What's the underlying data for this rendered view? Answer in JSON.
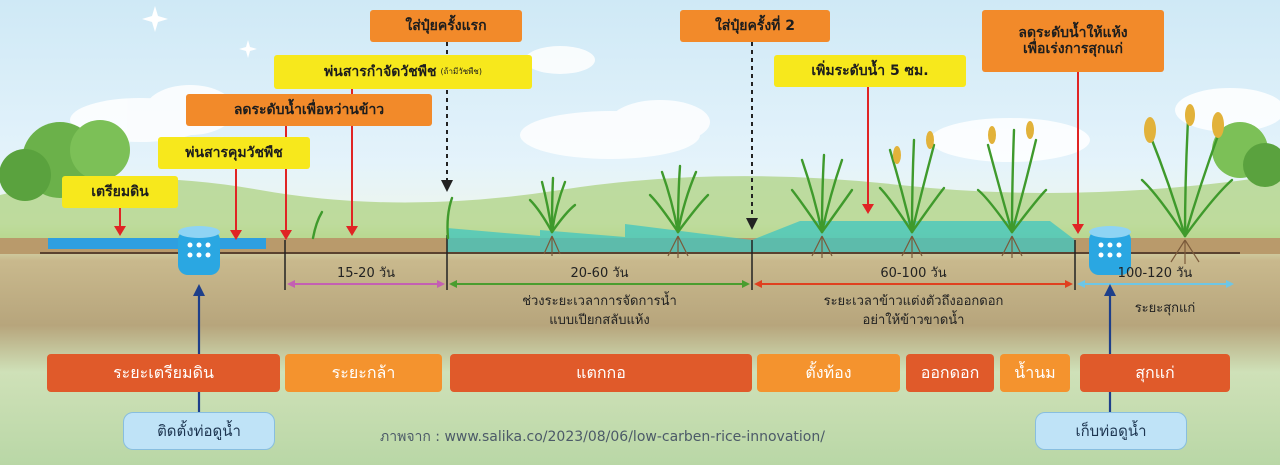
{
  "labels": {
    "prep_soil": "เตรียมดิน",
    "weed_pre": "พ่นสารคุมวัชพืช",
    "lower_water_sow": "ลดระดับน้ำเพื่อหว่านข้าว",
    "weed_kill": "พ่นสารกำจัดวัชพืช",
    "weed_kill_note": "(ถ้ามีวัชพืช)",
    "fert_1": "ใส่ปุ๋ยครั้งแรก",
    "fert_2": "ใส่ปุ๋ยครั้งที่ 2",
    "raise_water": "เพิ่มระดับน้ำ 5 ซม.",
    "drain_l1": "ลดระดับน้ำให้แห้ง",
    "drain_l2": "เพื่อเร่งการสุกแก่"
  },
  "durations": {
    "seedling": "15-20 วัน",
    "tillering": "20-60 วัน",
    "reproductive": "60-100 วัน",
    "ripening": "100-120 วัน"
  },
  "descriptions": {
    "awd_l1": "ช่วงระยะเวลาการจัดการน้ำ",
    "awd_l2": "แบบเปียกสลับแห้ง",
    "repro_l1": "ระยะเวลาข้าวแต่งตัวถึงออกดอก",
    "repro_l2": "อย่าให้ข้าวขาดน้ำ",
    "ripen": "ระยะสุกแก่"
  },
  "stages": {
    "prep": "ระยะเตรียมดิน",
    "seedling": "ระยะกล้า",
    "tillering": "แตกกอ",
    "booting": "ตั้งท้อง",
    "flowering": "ออกดอก",
    "milk": "น้ำนม",
    "ripe": "สุกแก่"
  },
  "pills": {
    "install": "ติดตั้งท่อดูน้ำ",
    "collect": "เก็บท่อดูน้ำ"
  },
  "credit": "ภาพจาก : www.salika.co/2023/08/06/low-carben-rice-innovation/",
  "colors": {
    "yellow_label": "#f7e81c",
    "orange_label": "#f28a2a",
    "stage_red": "#e05a2a",
    "stage_orange": "#f4932e",
    "water": "#3fc6c0",
    "arrow_red": "#e02424"
  }
}
